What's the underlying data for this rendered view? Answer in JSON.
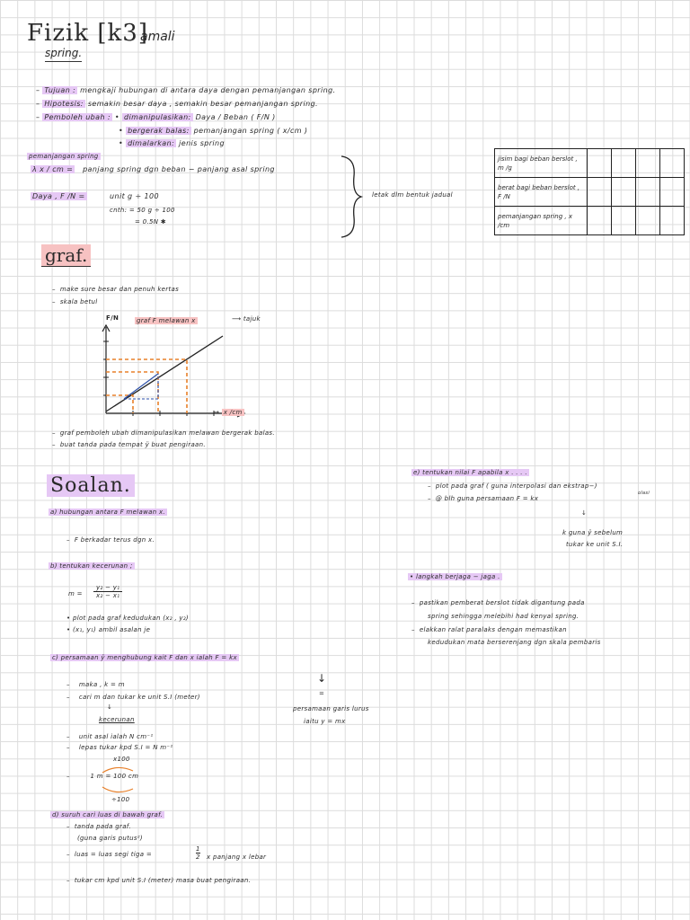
{
  "header": {
    "title_fizik": "Fizik",
    "title_k3": "[k3]",
    "title_amali": "amali",
    "subtitle": "spring."
  },
  "intro": {
    "tujuan_label": "Tujuan :",
    "tujuan_text": "mengkaji hubungan di antara daya dengan pemanjangan spring.",
    "hipotesis_label": "Hipotesis:",
    "hipotesis_text": "semakin besar daya , semakin besar pemanjangan spring.",
    "pemboleh_label": "Pemboleh ubah :",
    "dimanipulasi_label": "dimanipulasikan:",
    "dimanipulasi_text": "Daya / Beban ( F/N )",
    "bergerak_label": "bergerak balas:",
    "bergerak_text": "pemanjangan spring ( x/cm )",
    "dimalarkan_label": "dimalarkan:",
    "dimalarkan_text": "jenis spring"
  },
  "definitions": {
    "pemanjangan_label": "pemanjangan spring",
    "lambda_label": "λ x / cm =",
    "lambda_text": "panjang spring dgn beban  −  panjang asal spring",
    "daya_label": "Daya , F /N =",
    "daya_unit": "unit g ÷ 100",
    "daya_example": "cnth: = 50 g ÷ 100",
    "daya_result": "= 0.5N",
    "brace_note": "letak dlm bentuk jadual"
  },
  "table": {
    "rows": [
      "jisim bagi beban berslot , m /g",
      "berat bagi beban berslot , F /N",
      "pemanjangan spring , x /cm"
    ]
  },
  "graf": {
    "heading": "graf.",
    "tip1": "make sure besar dan penuh kertas",
    "tip2": "skala betul",
    "y_label": "F/N",
    "x_label": "x /cm",
    "graph_title": "graf F melawan x",
    "tajuk": "tajuk",
    "note1": "graf pemboleh ubah dimanipulasikan melawan bergerak balas.",
    "note2": "buat tanda pada tempat ÿ buat pengiraan."
  },
  "soalan": {
    "heading": "Soalan.",
    "a_label": "a) hubungan antara   F  melawan  x.",
    "a_text": "F berkadar terus dgn  x.",
    "b_label": "b) tentukan kecerunan ;",
    "b_formula_m": "m =",
    "b_formula_num": "y₂ − y₁",
    "b_formula_den": "x₂ − x₁",
    "b_note1": "plot pada graf kedudukan  (x₂ , y₂)",
    "b_note2": "(x₁, y₁) ambil asalan je",
    "c_label": "c) persamaan ÿ menghubung kait F dan  x  ialah  F = kx",
    "c_line1": "maka ,  k = m",
    "c_line2": "cari  m  dan  tukar  ke  unit  S.I (meter)",
    "c_kecerunan": "kecerunan",
    "c_persamaan1": "persamaan garis lurus",
    "c_persamaan2": "iaitu  y = mx",
    "c_equals": "=",
    "c_line3": "unit asal ialah N cm⁻¹",
    "c_line4": "lepas tukar kpd  S.I  =  N m⁻¹",
    "c_x100": "x100",
    "c_conv": "1 m  =  100 cm",
    "c_div100": "÷100",
    "d_label": "d)  suruh cari  luas di bawah graf.",
    "d_line1": "tanda pada graf.",
    "d_line1b": "(guna garis putus²)",
    "d_line2_prefix": "luas = luas segi tiga =",
    "d_frac_num": "1",
    "d_frac_den": "2",
    "d_line2_suffix": "x panjang x lebar",
    "d_line3": "tukar  cm  kpd  unit  S.I (meter) masa  buat  pengiraan."
  },
  "right_col": {
    "e_label": "e)  tentukan  nilai  F apabila  x . . . .",
    "e_line1": "plot  pada  graf ( guna  interpolasi  dan  ekstrap−)",
    "e_line1_small": "olasi",
    "e_line2": "@ blh  guna  persamaan   F = kx",
    "e_note1": "k guna ÿ sebelum",
    "e_note2": "tukar ke unit S.I.",
    "langkah_label": "• langkah berjaga − jaga .",
    "langkah1a": "pastikan pemberat berslot tidak digantung pada",
    "langkah1b": "spring sehingga melebihi had kenyal spring.",
    "langkah2a": "elakkan ralat paralaks dengan memastikan",
    "langkah2b": "kedudukan mata berserenjang dgn skala pembaris"
  }
}
